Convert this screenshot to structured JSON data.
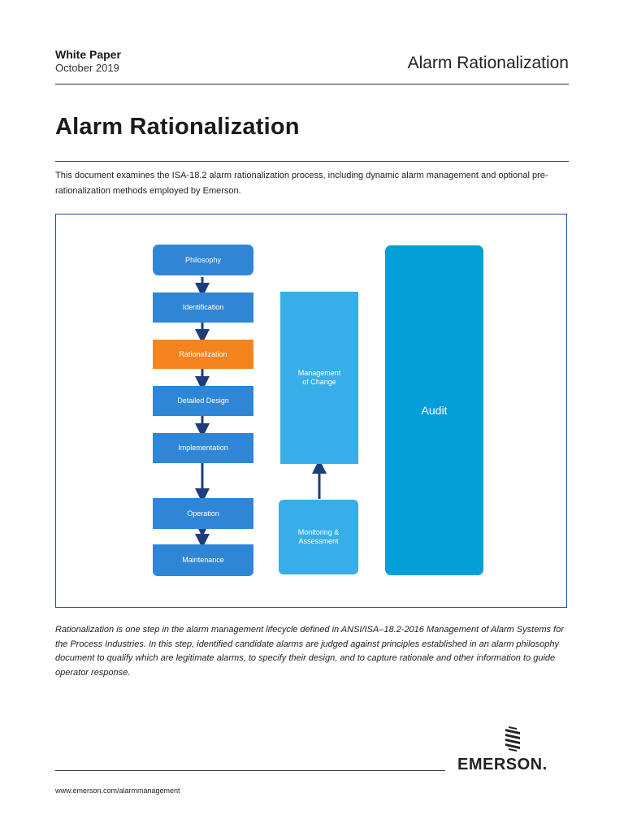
{
  "header": {
    "label": "White Paper",
    "date": "October 2019",
    "title": "Alarm Rationalization"
  },
  "document": {
    "title": "Alarm Rationalization",
    "intro": "This document examines the ISA-18.2 alarm rationalization process, including dynamic alarm management and optional pre-rationalization methods employed by Emerson."
  },
  "diagram": {
    "steps": [
      "Philosophy",
      "Identification",
      "Rationalization",
      "Detailed Design",
      "Implementation",
      "Operation",
      "Maintenance"
    ],
    "moc_line1": "Management",
    "moc_line2": "of Change",
    "monitor_line1": "Monitoring &",
    "monitor_line2": "Assessment",
    "audit": "Audit",
    "colors": {
      "step": "#2f86d6",
      "highlight": "#f5841f",
      "moc": "#37aee8",
      "audit": "#049fd9",
      "arrow": "#1d3e7a"
    }
  },
  "caption": "Rationalization is one step in the alarm management lifecycle defined in ANSI/ISA–18.2-2016 Management of Alarm Systems for the Process Industries. In this step, identified candidate alarms are judged against principles established in an alarm philosophy document to qualify which are legitimate alarms, to specify their design, and to capture rationale and other information to guide operator response.",
  "footer": {
    "url": "www.emerson.com/alarmmanagement",
    "brand": "EMERSON."
  }
}
